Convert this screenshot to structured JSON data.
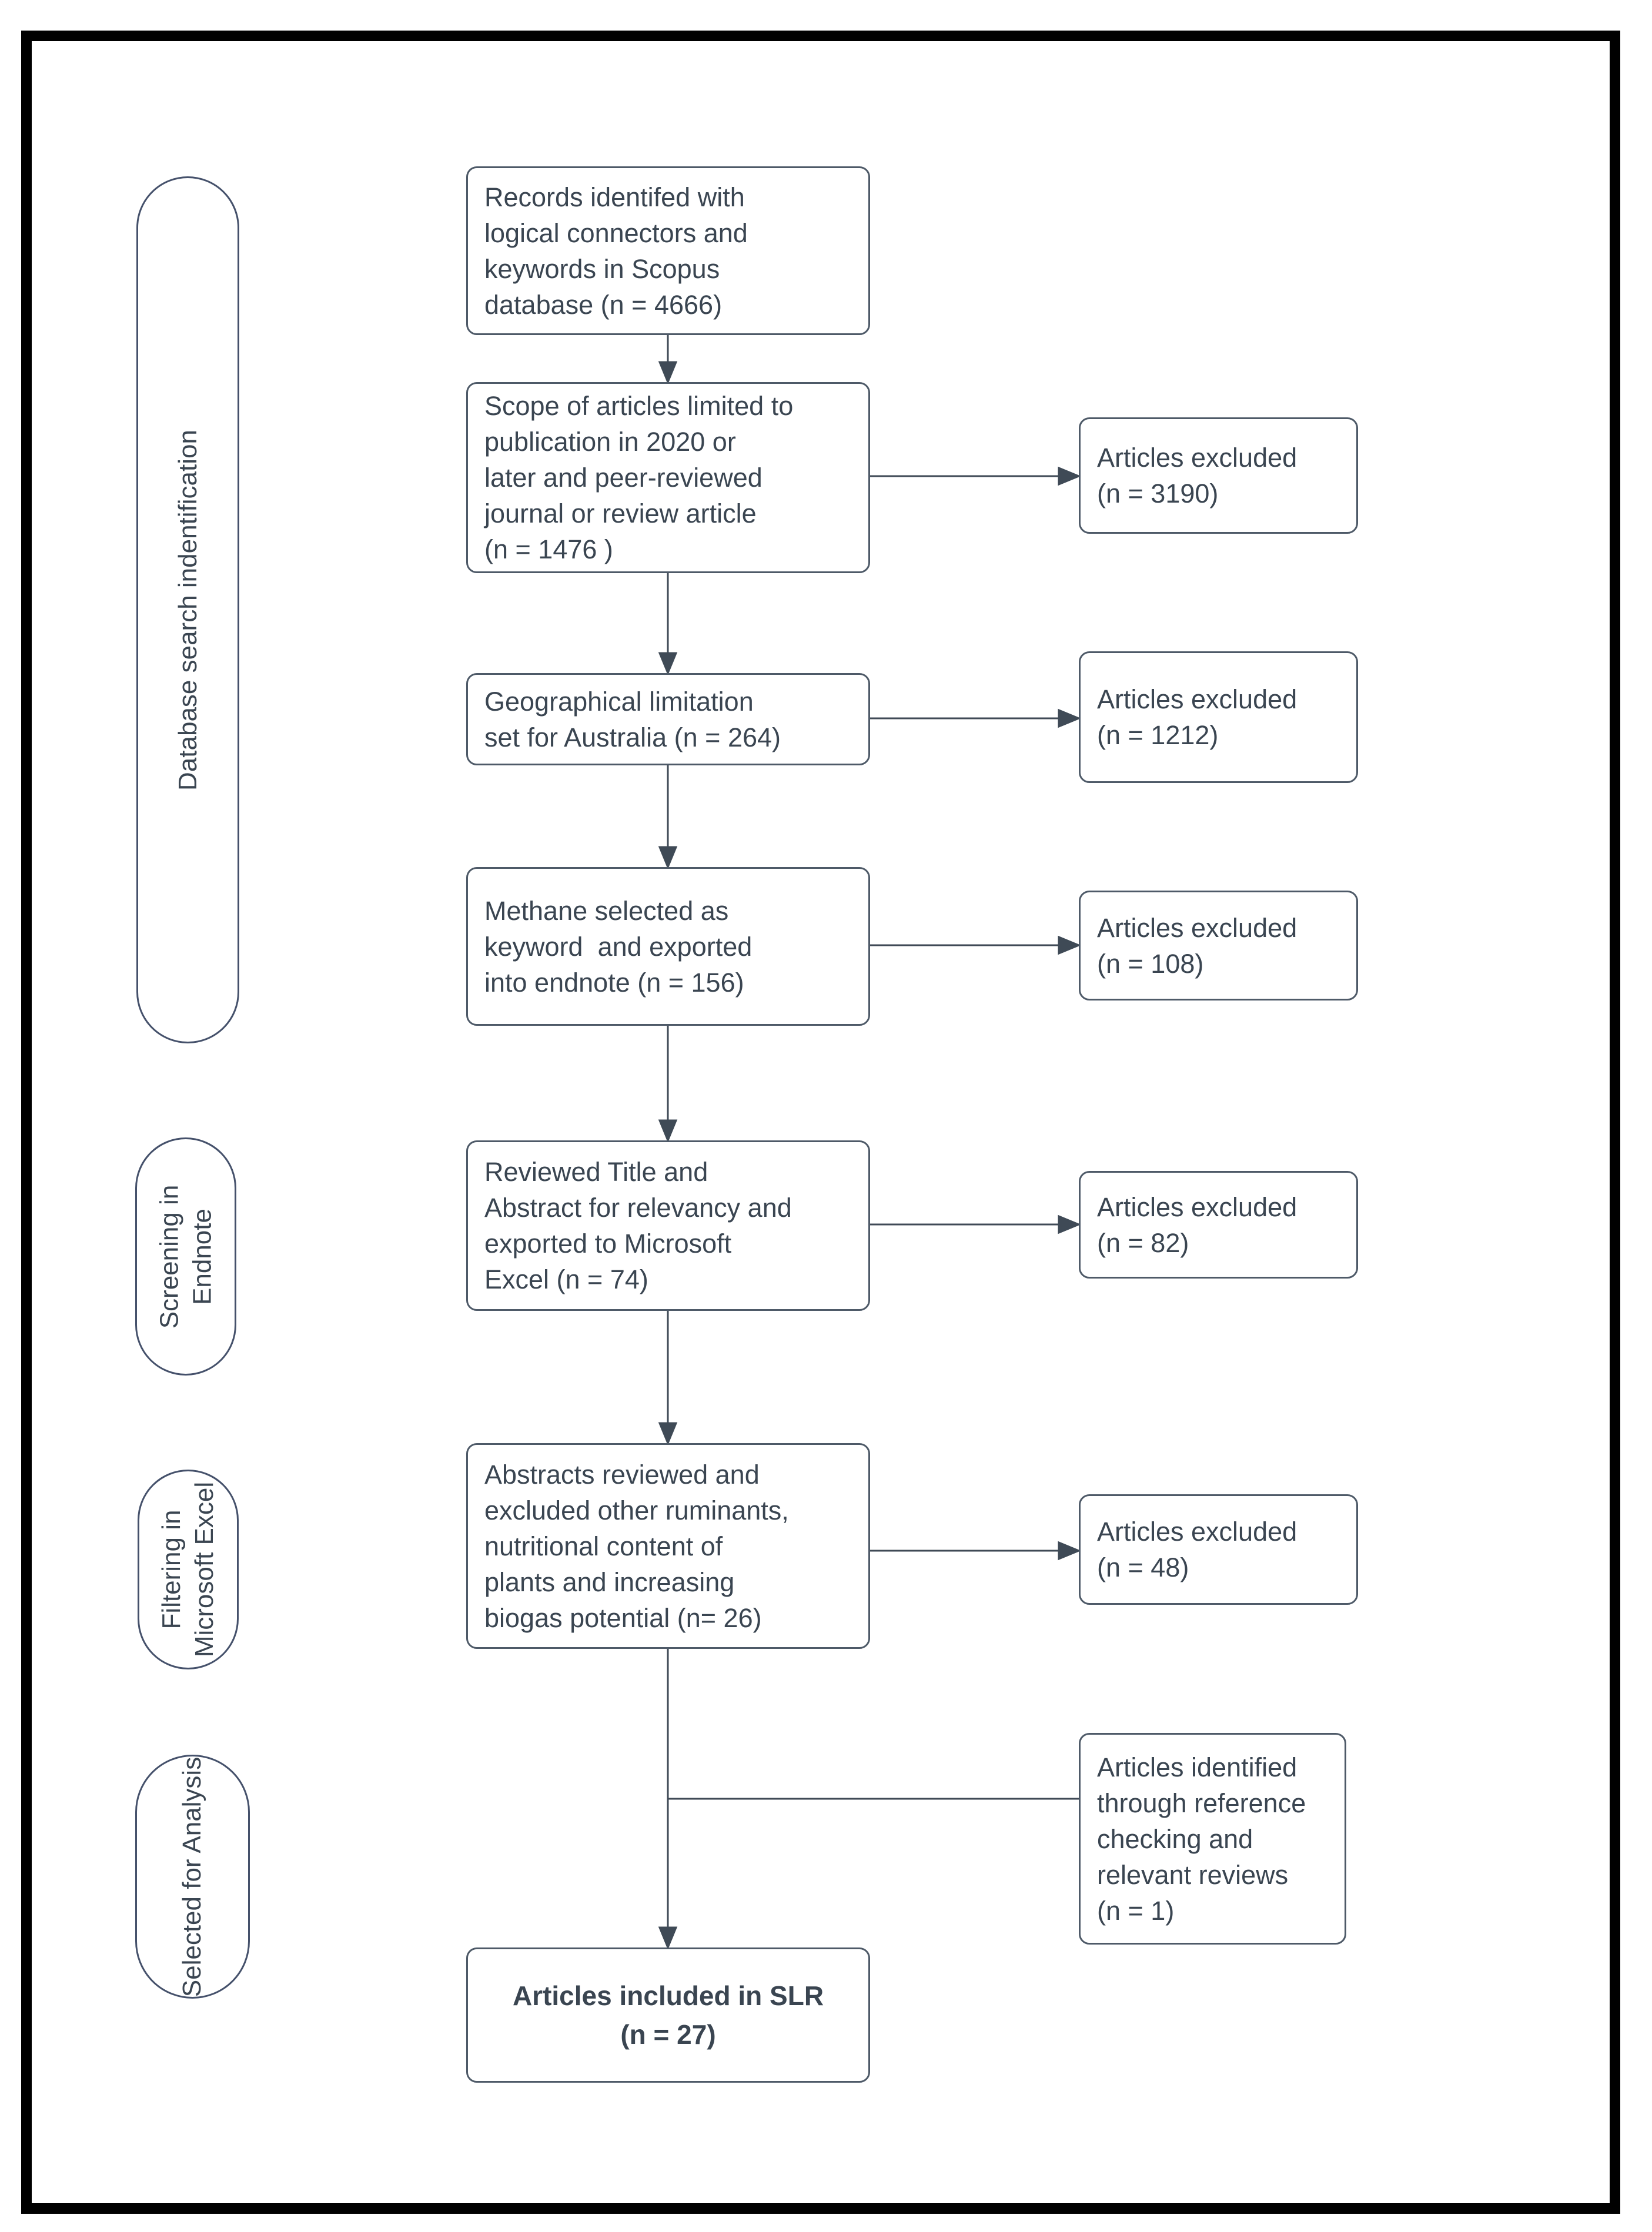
{
  "stages": [
    {
      "label": "Database search indentification"
    },
    {
      "label": "Screening in\nEndnote"
    },
    {
      "label": "Filtering in\nMicrosoft Excel"
    },
    {
      "label": "Selected for Analysis"
    }
  ],
  "flow": [
    {
      "text": "Records identifed with\nlogical connectors and\nkeywords in Scopus\ndatabase (n = 4666)"
    },
    {
      "text": "Scope of articles limited to\npublication in 2020 or\nlater and peer-reviewed\njournal or review article\n(n = 1476 )"
    },
    {
      "text": "Geographical limitation\nset for Australia (n = 264)"
    },
    {
      "text": "Methane selected as\nkeyword  and exported\ninto endnote (n = 156)"
    },
    {
      "text": "Reviewed Title and\nAbstract for relevancy and\nexported to Microsoft\nExcel (n = 74)"
    },
    {
      "text": "Abstracts reviewed and\nexcluded other ruminants,\nnutritional content of\nplants and increasing\nbiogas potential (n= 26)"
    }
  ],
  "exclusions": [
    {
      "text": "Articles excluded\n(n = 3190)"
    },
    {
      "text": "Articles excluded\n(n = 1212)"
    },
    {
      "text": "Articles excluded\n(n = 108)"
    },
    {
      "text": "Articles excluded\n(n = 82)"
    },
    {
      "text": "Articles excluded\n(n = 48)"
    }
  ],
  "reference": {
    "text": "Articles identified\nthrough reference\nchecking and\nrelevant reviews\n(n = 1)"
  },
  "final": {
    "text": "Articles included in SLR\n(n = 27)"
  },
  "colors": {
    "frame": "#000000",
    "box_border": "#4e5a68",
    "line": "#3f4a56",
    "text": "#3a4551"
  }
}
